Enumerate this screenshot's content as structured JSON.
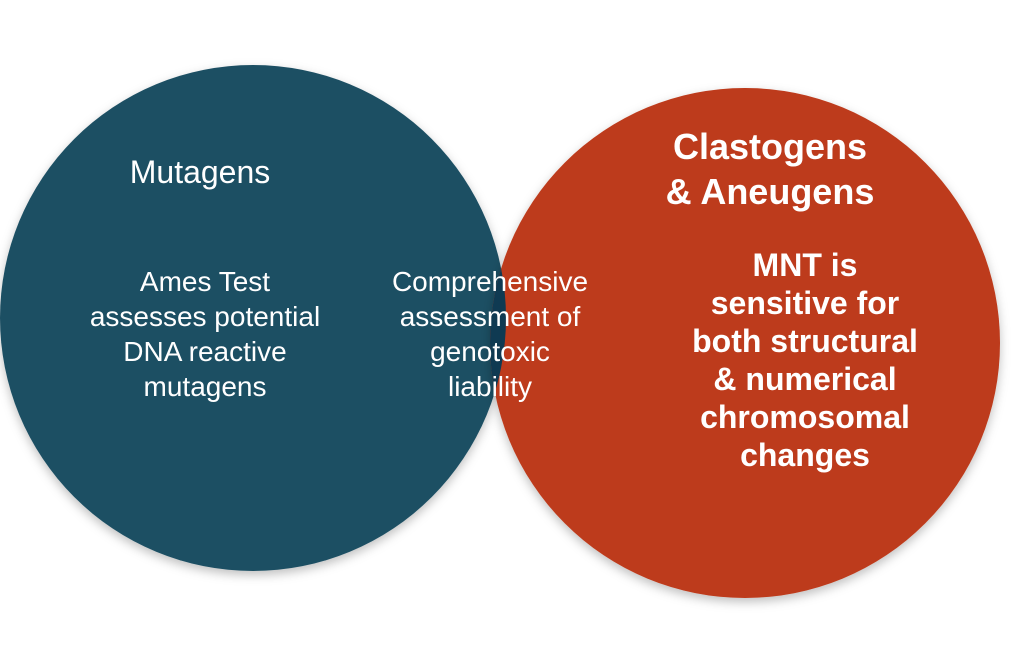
{
  "diagram": {
    "type": "venn",
    "colors": {
      "left": "#1f5064",
      "right": "#bd3a1a",
      "overlap": "#0f3a52",
      "text": "#ffffff"
    },
    "left": {
      "title": "Mutagens",
      "description": "Ames Test\nassesses potential\nDNA reactive\nmutagens"
    },
    "overlap": {
      "description": "Comprehensive\nassessment of\ngenotoxic\nliability"
    },
    "right": {
      "title": "Clastogens\n& Aneugens",
      "description": "MNT is\nsensitive for\nboth structural\n& numerical\nchromosomal\nchanges"
    }
  }
}
